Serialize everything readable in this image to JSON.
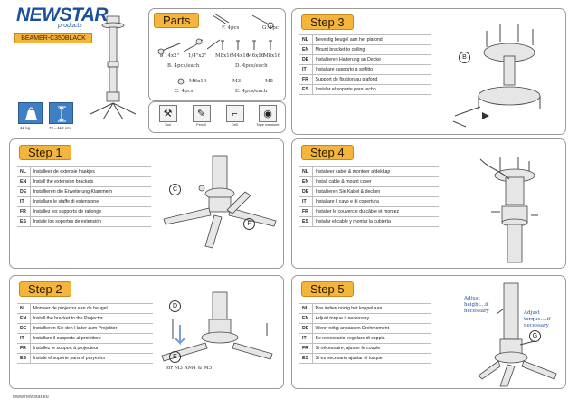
{
  "brand": {
    "name": "NEWSTAR",
    "sub": "products",
    "model": "BEAMER-C350BLACK"
  },
  "specs": {
    "weight": "12 kg",
    "range": "72→112 cm"
  },
  "parts": {
    "title": "Parts",
    "items": [
      "F. 4pcs",
      "G. 1pc",
      "ø 14x2\"",
      "1/4\"x2\"",
      "B. 4pcs/each",
      "M8x16",
      "M4x16",
      "M6x16",
      "M8x16",
      "D. 4pcs/each",
      "M6x10",
      "C. 4pcs",
      "M3",
      "M5",
      "E. 4pcs/each"
    ]
  },
  "tools": [
    {
      "label": "Tool",
      "icon": "wrench-icon"
    },
    {
      "label": "Pencil",
      "icon": "pencil-icon"
    },
    {
      "label": "Drill",
      "icon": "drill-icon"
    },
    {
      "label": "Tape measure",
      "icon": "tape-measure-icon"
    }
  ],
  "steps": [
    {
      "title": "Step 1",
      "rows": [
        {
          "code": "NL",
          "text": "Installeer de extensie haakjes"
        },
        {
          "code": "EN",
          "text": "Install the extension brackets"
        },
        {
          "code": "DE",
          "text": "Installieren die Erweiterung Klammern"
        },
        {
          "code": "IT",
          "text": "Installare le staffe di estensione"
        },
        {
          "code": "FR",
          "text": "Installez les supports de rallonge"
        },
        {
          "code": "ES",
          "text": "Instale los soportes de extensión"
        }
      ],
      "callouts": [
        "C",
        "F"
      ]
    },
    {
      "title": "Step 2",
      "rows": [
        {
          "code": "NL",
          "text": "Monteer de projector aan de beugel"
        },
        {
          "code": "EN",
          "text": "Install the bracket to the Projector"
        },
        {
          "code": "DE",
          "text": "Installieren Sie den Halter zum Projektor"
        },
        {
          "code": "IT",
          "text": "Installare il supporto al proiettore"
        },
        {
          "code": "FR",
          "text": "Installez le support à projecteur"
        },
        {
          "code": "ES",
          "text": "Instale el soporte para el proyector"
        }
      ],
      "callouts": [
        "D",
        "E"
      ],
      "note": "for M3 AM4 & M5"
    },
    {
      "title": "Step 3",
      "rows": [
        {
          "code": "NL",
          "text": "Bevestig beugel aan het plafond"
        },
        {
          "code": "EN",
          "text": "Mount bracket to ceiling"
        },
        {
          "code": "DE",
          "text": "Installieren Halterung an Decke"
        },
        {
          "code": "IT",
          "text": "Installare supporto a soffitto"
        },
        {
          "code": "FR",
          "text": "Support de fixation au plafond"
        },
        {
          "code": "ES",
          "text": "Instalar el soporte para techo"
        }
      ],
      "callouts": [
        "B"
      ]
    },
    {
      "title": "Step 4",
      "rows": [
        {
          "code": "NL",
          "text": "Installeer kabel & monteer afdekkap"
        },
        {
          "code": "EN",
          "text": "Install cable & mount cover"
        },
        {
          "code": "DE",
          "text": "Installieren Sie Kabel & decken"
        },
        {
          "code": "IT",
          "text": "Installare il cavo e di copertura"
        },
        {
          "code": "FR",
          "text": "Installer le couvercle du câble et montez"
        },
        {
          "code": "ES",
          "text": "Instalar el cable y montar la cubierta"
        }
      ]
    },
    {
      "title": "Step 5",
      "rows": [
        {
          "code": "NL",
          "text": "Pas indien nodig het koppel aan"
        },
        {
          "code": "EN",
          "text": "Adjust torque if necessary"
        },
        {
          "code": "DE",
          "text": "Wenn nötig anpassen Drehmoment"
        },
        {
          "code": "IT",
          "text": "Se necessario, regolare di coppia"
        },
        {
          "code": "FR",
          "text": "Si nécessaire, ajuster le couple"
        },
        {
          "code": "ES",
          "text": "Si es necesario ajustar el torque"
        }
      ],
      "callouts": [
        "G"
      ],
      "notes": [
        "Adjust height...if necessary",
        "Adjust torque....if necessary"
      ]
    }
  ],
  "footer": {
    "url": "www.newstar.eu"
  },
  "colors": {
    "accent": "#f4b53c",
    "brand_blue": "#1c4f9c",
    "spec_blue": "#3f7fc2"
  }
}
